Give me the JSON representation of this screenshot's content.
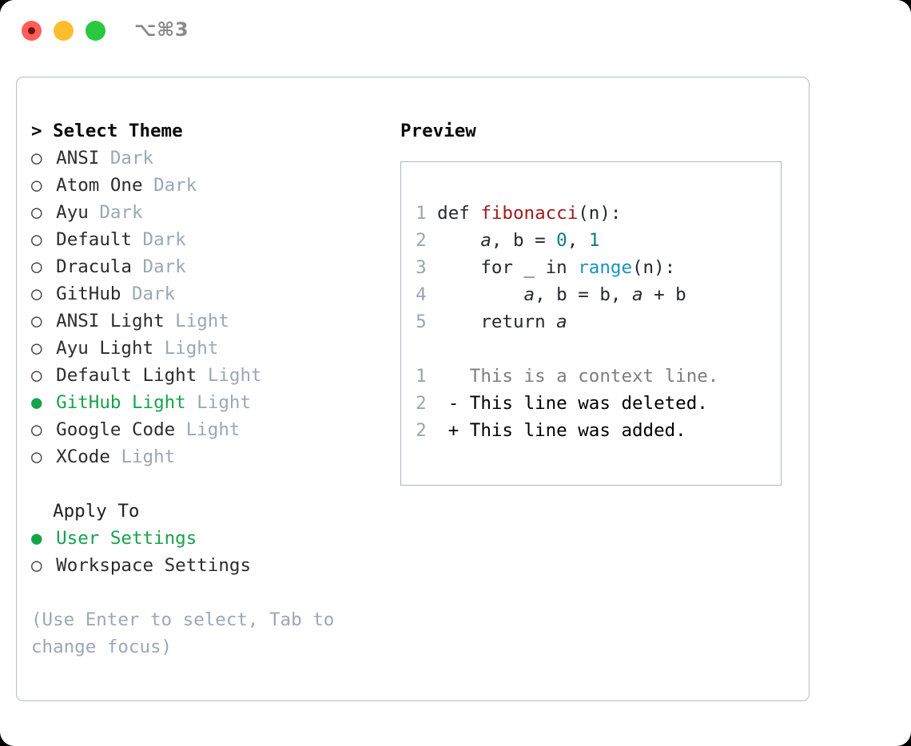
{
  "titlebar": {
    "shortcut": "⌥⌘3",
    "buttons": [
      {
        "name": "close",
        "color": "#ff5f57"
      },
      {
        "name": "minimize",
        "color": "#ffbd2e"
      },
      {
        "name": "maximize",
        "color": "#28c840"
      }
    ]
  },
  "theme_panel": {
    "header": "> Select Theme",
    "markers": {
      "selected": "●",
      "unselected": "○"
    },
    "items": [
      {
        "name": "ANSI",
        "variant": "Dark",
        "selected": false
      },
      {
        "name": "Atom One",
        "variant": "Dark",
        "selected": false
      },
      {
        "name": "Ayu",
        "variant": "Dark",
        "selected": false
      },
      {
        "name": "Default",
        "variant": "Dark",
        "selected": false
      },
      {
        "name": "Dracula",
        "variant": "Dark",
        "selected": false
      },
      {
        "name": "GitHub",
        "variant": "Dark",
        "selected": false
      },
      {
        "name": "ANSI Light",
        "variant": "Light",
        "selected": false
      },
      {
        "name": "Ayu Light",
        "variant": "Light",
        "selected": false
      },
      {
        "name": "Default Light",
        "variant": "Light",
        "selected": false
      },
      {
        "name": "GitHub Light",
        "variant": "Light",
        "selected": true
      },
      {
        "name": "Google Code",
        "variant": "Light",
        "selected": false
      },
      {
        "name": "XCode",
        "variant": "Light",
        "selected": false
      }
    ]
  },
  "apply_to": {
    "header": "Apply To",
    "options": [
      {
        "label": "User Settings",
        "selected": true
      },
      {
        "label": "Workspace Settings",
        "selected": false
      }
    ]
  },
  "hint": "(Use Enter to select, Tab to\nchange focus)",
  "preview": {
    "header": "Preview",
    "code_lines": [
      {
        "lineno": "1",
        "tokens": [
          {
            "text": "def ",
            "type": "plain"
          },
          {
            "text": "fibonacci",
            "type": "func"
          },
          {
            "text": "(n):",
            "type": "plain"
          }
        ]
      },
      {
        "lineno": "2",
        "tokens": [
          {
            "text": "    ",
            "type": "plain"
          },
          {
            "text": "a",
            "type": "var"
          },
          {
            "text": ", ",
            "type": "plain"
          },
          {
            "text": "b",
            "type": "plain"
          },
          {
            "text": " = ",
            "type": "plain"
          },
          {
            "text": "0",
            "type": "num"
          },
          {
            "text": ", ",
            "type": "plain"
          },
          {
            "text": "1",
            "type": "num"
          }
        ]
      },
      {
        "lineno": "3",
        "tokens": [
          {
            "text": "    for _ in ",
            "type": "plain"
          },
          {
            "text": "range",
            "type": "builtin"
          },
          {
            "text": "(n):",
            "type": "plain"
          }
        ]
      },
      {
        "lineno": "4",
        "tokens": [
          {
            "text": "        ",
            "type": "plain"
          },
          {
            "text": "a",
            "type": "var"
          },
          {
            "text": ", b = b, ",
            "type": "plain"
          },
          {
            "text": "a",
            "type": "var"
          },
          {
            "text": " + b",
            "type": "plain"
          }
        ]
      },
      {
        "lineno": "5",
        "tokens": [
          {
            "text": "    return ",
            "type": "plain"
          },
          {
            "text": "a",
            "type": "var"
          }
        ]
      }
    ],
    "diff_lines": [
      {
        "lineno": "1",
        "sign": " ",
        "text": " This is a context line.",
        "kind": "context"
      },
      {
        "lineno": "2",
        "sign": "-",
        "text": " This line was deleted.",
        "kind": "deleted"
      },
      {
        "lineno": "2",
        "sign": "+",
        "text": " This line was added.",
        "kind": "added"
      }
    ]
  },
  "colors": {
    "accent_green": "#16a34a",
    "muted": "#9ba7b8",
    "panel_border": "#b3bdcb",
    "preview_border": "#a9b4c4",
    "func_red": "#a01c1c",
    "number_teal": "#0e7c7b",
    "builtin_blue": "#1a90c4",
    "diff_deleted": "#cc1111",
    "diff_added": "#10c010"
  }
}
